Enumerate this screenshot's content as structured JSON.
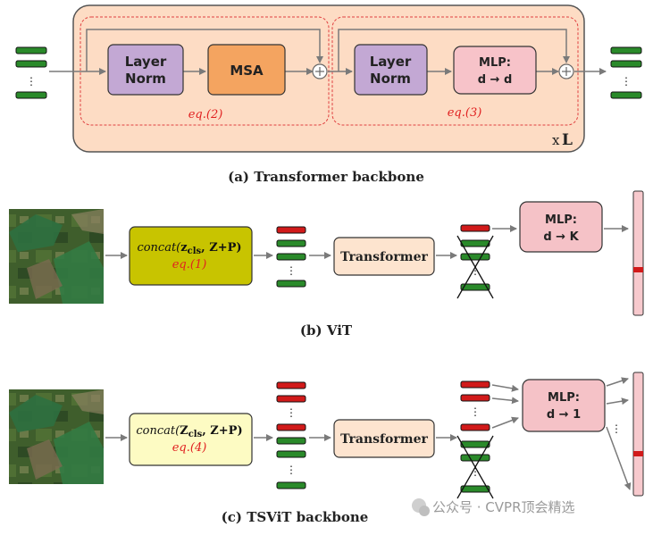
{
  "panel_a": {
    "layer_norm_1": "Layer",
    "layer_norm_1b": "Norm",
    "msa": "MSA",
    "eq_2": "eq.(2)",
    "layer_norm_2": "Layer",
    "layer_norm_2b": "Norm",
    "mlp_1": "MLP:",
    "mlp_2": "d → d",
    "eq_3": "eq.(3)",
    "repeat_x": "x",
    "repeat_L": "L",
    "caption": "(a) Transformer backbone"
  },
  "panel_b": {
    "concat_pre": "concat(",
    "concat_z": "z",
    "concat_sub": "cls",
    "concat_post": ", Z+P)",
    "eq_1": "eq.(1)",
    "transformer": "Transformer",
    "mlp_1": "MLP:",
    "mlp_2": "d → K",
    "caption": "(b) ViT"
  },
  "panel_c": {
    "concat_pre": "concat(",
    "concat_z": "Z",
    "concat_sub": "cls",
    "concat_post": ", Z+P)",
    "eq_4": "eq.(4)",
    "transformer": "Transformer",
    "mlp_1": "MLP:",
    "mlp_2": "d → 1",
    "caption": "(c) TSViT backbone"
  },
  "watermark": "公众号 · CVPR顶会精选",
  "colors": {
    "token_green": "#2a8a2a",
    "token_red": "#d11a1a",
    "layer_norm": "#c3a8d4",
    "msa": "#f4a460",
    "mlp_a": "#f7c3c9",
    "mlp_bc": "#f5c2c7",
    "backbone_bg": "#fddcc4",
    "transformer_box": "#fde4cf",
    "concat_b": "#c8c400",
    "concat_c": "#fdfbc3",
    "eq_red": "#e02020"
  }
}
